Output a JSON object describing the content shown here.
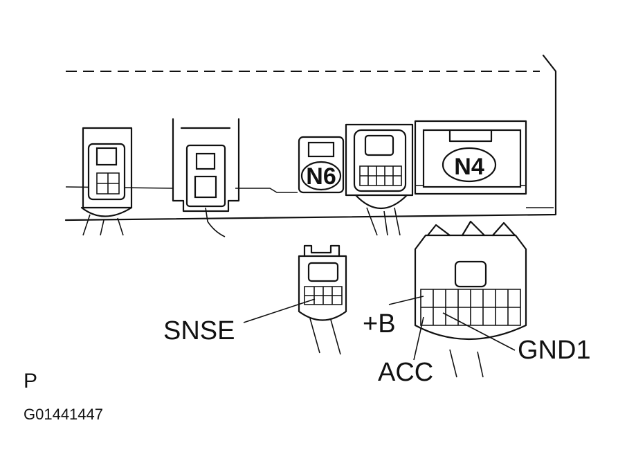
{
  "connectors": {
    "n6": "N6",
    "n4": "N4"
  },
  "pins": {
    "snse": "SNSE",
    "plus_b": "+B",
    "acc": "ACC",
    "gnd1": "GND1"
  },
  "footer": {
    "letter": "P",
    "figure_code": "G01441447"
  }
}
